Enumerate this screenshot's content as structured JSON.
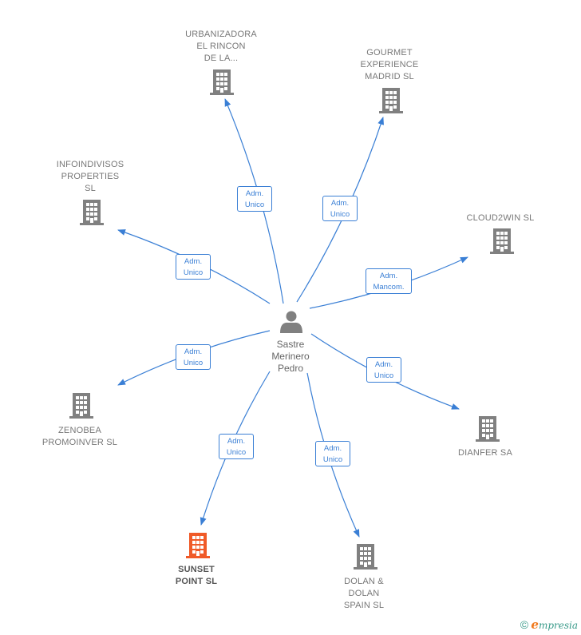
{
  "center": {
    "name_lines": [
      "Sastre",
      "Merinero",
      "Pedro"
    ],
    "icon": "person-icon"
  },
  "companies": [
    {
      "id": "urbanizadora",
      "lines": [
        "URBANIZADORA",
        "EL RINCON",
        "DE LA..."
      ],
      "role_lines": [
        "Adm.",
        "Unico"
      ],
      "color": "#808080"
    },
    {
      "id": "gourmet",
      "lines": [
        "GOURMET",
        "EXPERIENCE",
        "MADRID SL"
      ],
      "role_lines": [
        "Adm.",
        "Unico"
      ],
      "color": "#808080"
    },
    {
      "id": "infoindivisos",
      "lines": [
        "INFOINDIVISOS",
        "PROPERTIES",
        "SL"
      ],
      "role_lines": [
        "Adm.",
        "Unico"
      ],
      "color": "#808080"
    },
    {
      "id": "cloud2win",
      "lines": [
        "CLOUD2WIN SL"
      ],
      "role_lines": [
        "Adm.",
        "Mancom."
      ],
      "color": "#808080"
    },
    {
      "id": "zenobea",
      "lines": [
        "ZENOBEA",
        "PROMOINVER SL"
      ],
      "role_lines": [
        "Adm.",
        "Unico"
      ],
      "color": "#808080"
    },
    {
      "id": "dianfer",
      "lines": [
        "DIANFER SA"
      ],
      "role_lines": [
        "Adm.",
        "Unico"
      ],
      "color": "#808080"
    },
    {
      "id": "sunset",
      "lines": [
        "SUNSET",
        "POINT SL"
      ],
      "role_lines": [
        "Adm.",
        "Unico"
      ],
      "color": "#f05a28",
      "highlight": true
    },
    {
      "id": "dolan",
      "lines": [
        "DOLAN &",
        "DOLAN",
        "SPAIN SL"
      ],
      "role_lines": [
        "Adm.",
        "Unico"
      ],
      "color": "#808080"
    }
  ],
  "colors": {
    "edge": "#3a7fd5",
    "building": "#808080",
    "highlight": "#f05a28",
    "person": "#808080"
  },
  "footer": {
    "copyright": "©",
    "brand_first": "e",
    "brand_rest": "mpresia"
  }
}
